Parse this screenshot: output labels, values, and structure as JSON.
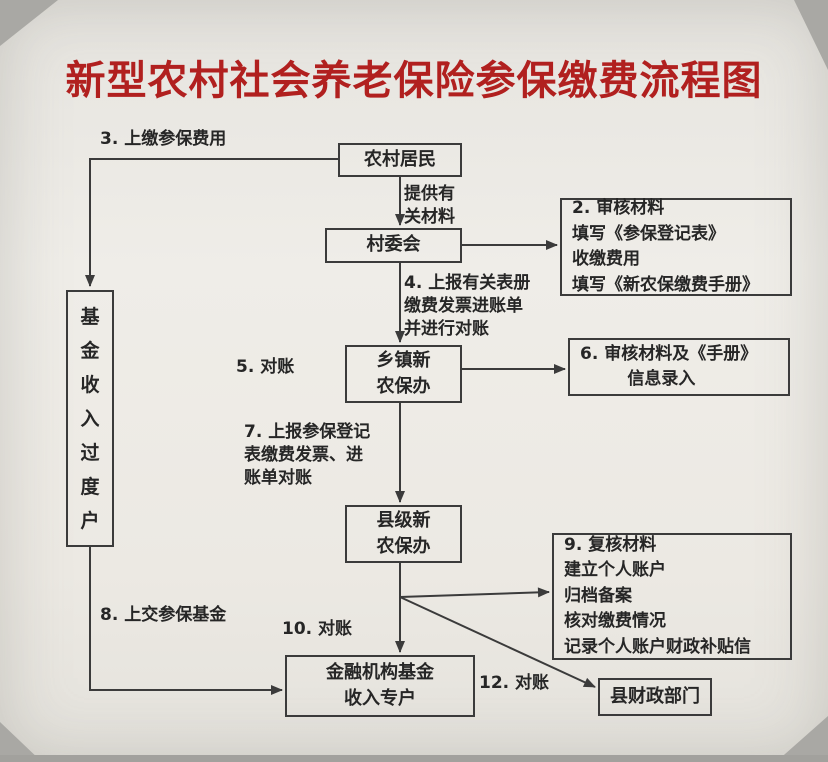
{
  "title": "新型农村社会养老保险参保缴费流程图",
  "nodes": {
    "rural_residents": "农村居民",
    "village_committee": "村委会",
    "township_office": "乡镇新\n农保办",
    "county_office": "县级新\n农保办",
    "financial_account": "金融机构基金\n收入专户",
    "county_finance": "县财政部门",
    "fund_transition": "基金收入过度户",
    "step2": "2. 审核材料\n填写《参保登记表》\n收缴费用\n填写《新农保缴费手册》",
    "step6": "6. 审核材料及《手册》\n        信息录入",
    "step9": "9. 复核材料\n建立个人账户\n归档备案\n核对缴费情况\n记录个人账户财政补贴信"
  },
  "labels": {
    "step3": "3. 上缴参保费用",
    "provide_materials": "提供有\n关材料",
    "step4": "4. 上报有关表册\n缴费发票进账单\n并进行对账",
    "step5": "5. 对账",
    "step7": "7. 上报参保登记\n表缴费发票、进\n账单对账",
    "step8": "8. 上交参保基金",
    "step10": "10. 对账",
    "step12": "12. 对账"
  },
  "colors": {
    "title_red": "#b1201f",
    "line": "#3b3b3b",
    "text": "#262626",
    "paper": "#ece9e3"
  }
}
